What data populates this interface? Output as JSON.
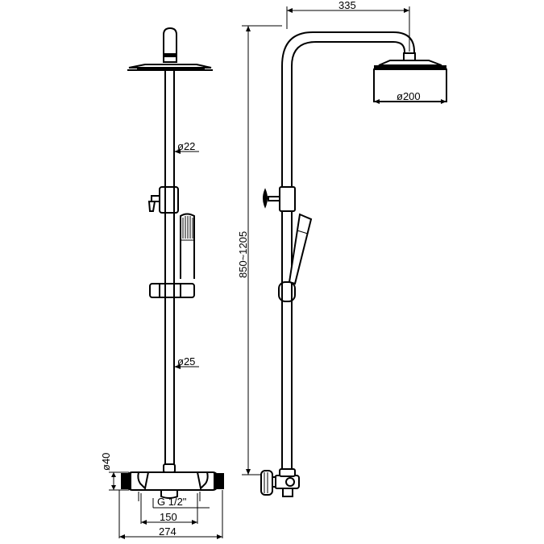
{
  "front_view": {
    "dims": {
      "riser_dia": "ø22",
      "lower_rail_dia": "ø25",
      "body_dia": "ø40",
      "inlet_thread": "G 1/2\"",
      "inlet_spacing": "150",
      "overall_width": "274"
    }
  },
  "side_view": {
    "dims": {
      "arm_reach": "335",
      "head_dia": "ø200",
      "height_range": "850~1205"
    }
  }
}
